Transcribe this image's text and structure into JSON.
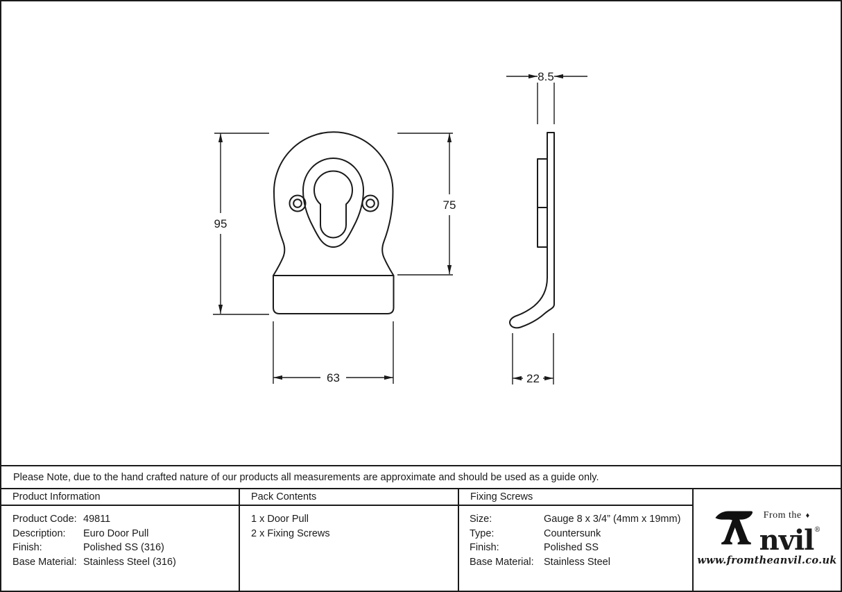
{
  "colors": {
    "line": "#1a1a1a",
    "background": "#ffffff"
  },
  "drawing": {
    "front_view": {
      "overall_height": "95",
      "plate_height": "75",
      "width": "63"
    },
    "side_view": {
      "thickness": "8.5",
      "depth": "22"
    }
  },
  "note": {
    "text": "Please Note, due to the hand crafted nature of our products all measurements are approximate and should be used as a guide only."
  },
  "product_information": {
    "header": "Product Information",
    "rows": [
      {
        "label": "Product Code:",
        "value": "49811"
      },
      {
        "label": "Description:",
        "value": "Euro Door Pull"
      },
      {
        "label": "Finish:",
        "value": "Polished SS (316)"
      },
      {
        "label": "Base Material:",
        "value": "Stainless Steel (316)"
      }
    ]
  },
  "pack_contents": {
    "header": "Pack Contents",
    "items": [
      "1 x Door Pull",
      "2 x Fixing Screws"
    ]
  },
  "fixing_screws": {
    "header": "Fixing Screws",
    "rows": [
      {
        "label": "Size:",
        "value": "Gauge 8 x 3/4” (4mm x 19mm)"
      },
      {
        "label": "Type:",
        "value": "Countersunk"
      },
      {
        "label": "Finish:",
        "value": "Polished SS"
      },
      {
        "label": "Base Material:",
        "value": "Stainless Steel"
      }
    ]
  },
  "logo": {
    "prefix": "From the",
    "diamond": "♦",
    "brand_suffix": "nvil",
    "registered": "®",
    "website": "www.fromtheanvil.co.uk"
  }
}
